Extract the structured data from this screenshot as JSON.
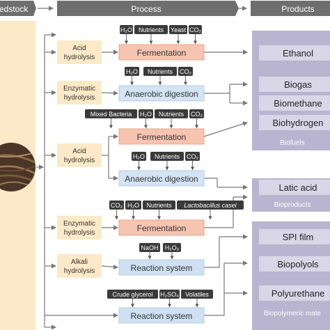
{
  "headers": {
    "feedstock": "edstock",
    "process": "Process",
    "products": "Products"
  },
  "pretreatments": [
    {
      "line1": "Acid",
      "line2": "hydrolysis"
    },
    {
      "line1": "Enzymatic",
      "line2": "hydrolysis"
    },
    {
      "line1": "Acid",
      "line2": "hydrolysis"
    },
    {
      "line1": "Enzymatic",
      "line2": "hydrolysis"
    },
    {
      "line1": "Alkali",
      "line2": "hydrolysis"
    }
  ],
  "processes": [
    "Fermentation",
    "Anaerobic digestion",
    "Fermentation",
    "Anaerobic digestion",
    "Fermentation",
    "Reaction system",
    "Reaction system"
  ],
  "inputs": [
    [
      "H₂O",
      "Nutrients",
      "Yeast",
      "CO₂"
    ],
    [
      "H₂O",
      "Nutrients",
      "CO₂"
    ],
    [
      "Mixed Bacteria",
      "H₂O",
      "Nutrients",
      "CO₂"
    ],
    [
      "H₂O",
      "Nutrients",
      "CO₂"
    ],
    [
      "CO₂",
      "H₂O",
      "Nutrients",
      "Lactobacillus casei"
    ],
    [
      "NaOH",
      "H₂O₂"
    ],
    [
      "Crude glycerol",
      "H₂SO₄",
      "Volatiles"
    ]
  ],
  "product_groups": [
    {
      "label": "Biofuels",
      "items": [
        "Ethanol",
        "Biogas",
        "Biomethane",
        "Biohydrogen"
      ]
    },
    {
      "label": "Bioproducts",
      "items": [
        "Latic acid"
      ]
    },
    {
      "label": "Biopolymeric mate",
      "items": [
        "SPI film",
        "Biopolyols",
        "Polyurethane"
      ]
    }
  ],
  "colors": {
    "header": "#6e6e6e",
    "pretreatment": "#fbe9c7",
    "fermentation": "#f6c4b0",
    "digestion": "#d4e4f4",
    "reaction": "#cfe0f2",
    "input_chip": "#3a3a3a",
    "product_panel": "#b9b4cf",
    "product_item": "#d9d6e7",
    "feedstock_panel": "#fbe9c7",
    "line": "#777777"
  }
}
